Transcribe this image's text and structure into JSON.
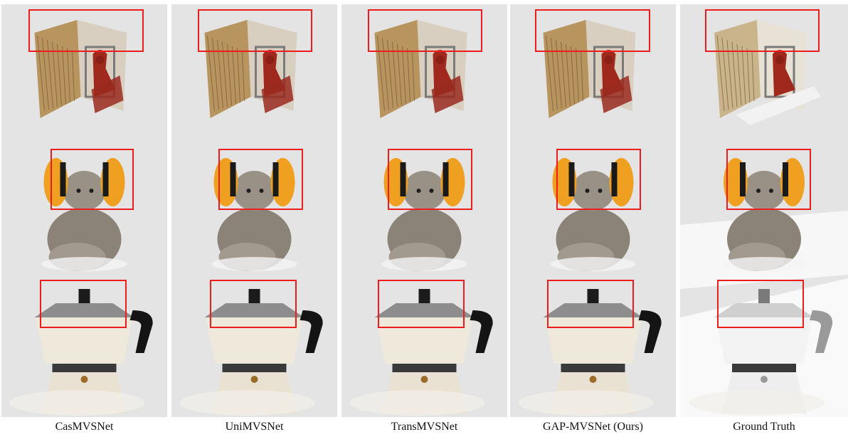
{
  "figure": {
    "captions": [
      "CasMVSNet",
      "UniMVSNet",
      "TransMVSNet",
      "GAP-MVSNet (Ours)",
      "Ground Truth"
    ],
    "colors": {
      "panel_background": "#e4e4e4",
      "highlight_box": "#ee1c1c"
    },
    "rows": [
      "textured-box",
      "toy-rabbit-with-headphones",
      "moka-pot"
    ]
  }
}
